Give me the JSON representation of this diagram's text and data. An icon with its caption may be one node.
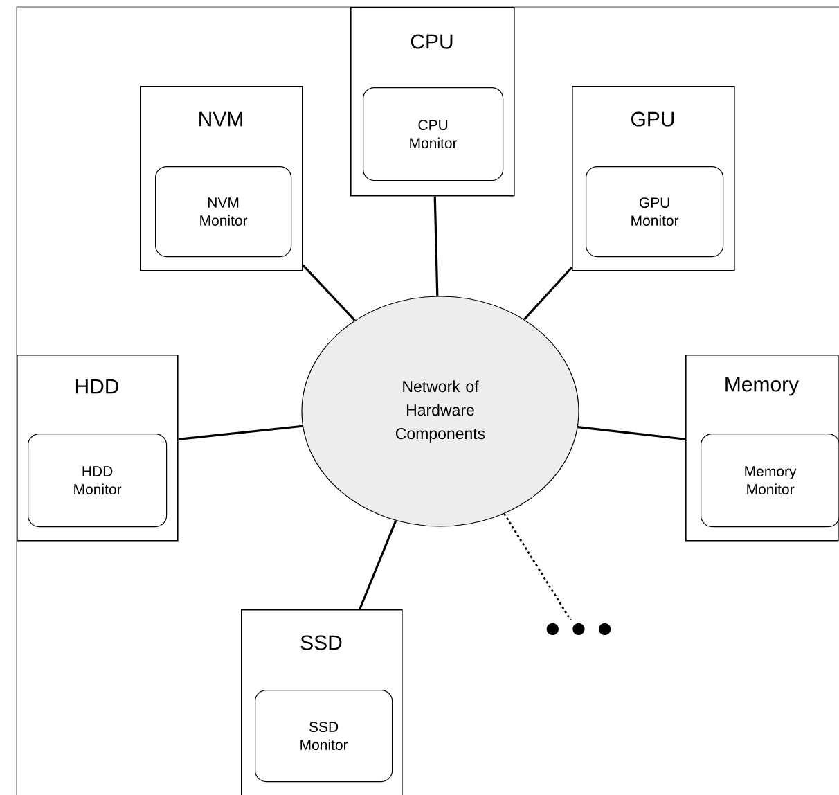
{
  "diagram": {
    "nodes": [
      {
        "text": [
          "CPU"
        ]
      },
      {
        "text": [
          "CPU Monitor"
        ],
        "in": 0
      },
      {
        "text": [
          "NVM"
        ]
      },
      {
        "text": [
          "NVM Monitor"
        ],
        "in": 2
      },
      {
        "text": [
          "GPU"
        ]
      },
      {
        "text": [
          "GPU Monitor"
        ],
        "in": 4
      },
      {
        "text": [
          "Network of Hardware Components"
        ]
      },
      {
        "text": [
          "HDD"
        ]
      },
      {
        "text": [
          "HDD Monitor"
        ],
        "in": 7
      },
      {
        "text": [
          "Memory"
        ]
      },
      {
        "text": [
          "Memory Monitor"
        ],
        "in": 9
      },
      {
        "text": [
          "SSD"
        ]
      },
      {
        "text": [
          "SSD Monitor"
        ],
        "in": 11
      },
      {
        "text": [
          "• • •"
        ]
      }
    ],
    "edges": [
      {
        "from": 6,
        "to": 0,
        "arrow": "none"
      },
      {
        "from": 6,
        "to": 2,
        "arrow": "none"
      },
      {
        "from": 6,
        "to": 4,
        "arrow": "none"
      },
      {
        "from": 6,
        "to": 7,
        "arrow": "none"
      },
      {
        "from": 6,
        "to": 9,
        "arrow": "none"
      },
      {
        "from": 6,
        "to": 11,
        "arrow": "none"
      },
      {
        "from": 6,
        "to": 13,
        "arrow": "none",
        "style": "dashed"
      }
    ]
  }
}
